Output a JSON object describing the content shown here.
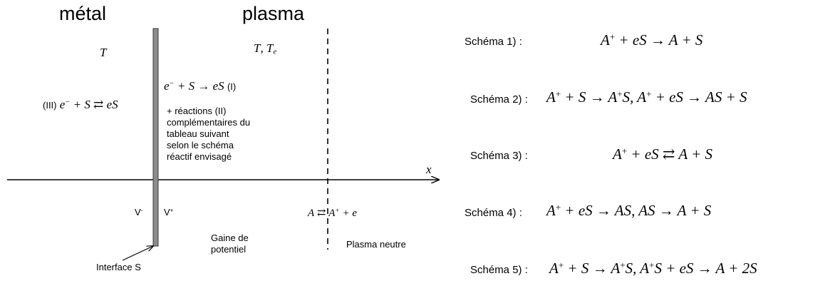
{
  "diagram": {
    "metal_title": "métal",
    "plasma_title": "plasma",
    "metal_temperature": "T",
    "plasma_temperature_T": "T",
    "plasma_temperature_sep": ", ",
    "plasma_temperature_Te_base": "T",
    "plasma_temperature_Te_sub": "e",
    "reaction_I": {
      "e": "e",
      "minus": "−",
      "rest": " + S → ",
      "product": "eS",
      "tag": "(I)"
    },
    "reaction_III": {
      "tag": "(III)",
      "e": "e",
      "minus": "−",
      "rest": " + S ",
      "arrow": "⇄",
      "product": " eS"
    },
    "reactions_II_note": "+ réactions (II) complémentaires du tableau suivant selon le schéma réactif envisagé",
    "x_axis_label": "x",
    "v_minus_base": "V",
    "v_minus_sup": "-",
    "v_plus_base": "V",
    "v_plus_sup": "+",
    "ionization": {
      "A": "A",
      "arrow": "⇄",
      "A2": "A",
      "plus": "+",
      "rest": " + e"
    },
    "sheath_label": "Gaine de potentiel",
    "neutral_plasma_label": "Plasma neutre",
    "interface_label": "Interface S"
  },
  "schemes": [
    {
      "label": "Schéma 1) :",
      "parts": [
        [
          "A",
          "i"
        ],
        [
          "+",
          "sup"
        ],
        [
          " + eS → A + S",
          "i"
        ]
      ]
    },
    {
      "label": "Schéma 2) :",
      "parts": [
        [
          "A",
          "i"
        ],
        [
          "+",
          "sup"
        ],
        [
          " + S → A",
          "i"
        ],
        [
          "+",
          "sup"
        ],
        [
          "S, A",
          "i"
        ],
        [
          "+",
          "sup"
        ],
        [
          " + eS → AS + S",
          "i"
        ]
      ]
    },
    {
      "label": "Schéma 3) :",
      "parts": [
        [
          "A",
          "i"
        ],
        [
          "+",
          "sup"
        ],
        [
          " + eS ",
          "i"
        ],
        [
          "⇄",
          "arrow"
        ],
        [
          "  A + S",
          "i"
        ]
      ]
    },
    {
      "label": "Schéma 4) :",
      "parts": [
        [
          "A",
          "i"
        ],
        [
          "+",
          "sup"
        ],
        [
          " + eS → AS, AS → A + S",
          "i"
        ]
      ]
    },
    {
      "label": "Schéma 5) :",
      "parts": [
        [
          "A",
          "i"
        ],
        [
          "+",
          "sup"
        ],
        [
          " + S → A",
          "i"
        ],
        [
          "+",
          "sup"
        ],
        [
          "S, A",
          "i"
        ],
        [
          "+",
          "sup"
        ],
        [
          "S + eS → A + 2S",
          "i"
        ]
      ]
    }
  ]
}
